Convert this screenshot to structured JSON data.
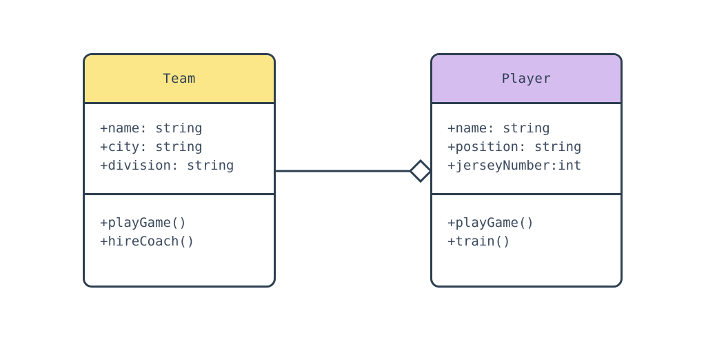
{
  "diagram": {
    "type": "uml-class-diagram",
    "background_color": "#ffffff",
    "stroke_color": "#2d3e50",
    "text_color": "#3b4a5e"
  },
  "classes": [
    {
      "id": "team",
      "name": "Team",
      "header_color": "#fce788",
      "attributes": [
        "+name: string",
        "+city: string",
        "+division: string"
      ],
      "methods": [
        "+playGame()",
        "+hireCoach()"
      ]
    },
    {
      "id": "player",
      "name": "Player",
      "header_color": "#d6bdf0",
      "attributes": [
        "+name: string",
        "+position: string",
        "+jerseyNumber:int"
      ],
      "methods": [
        "+playGame()",
        "+train()"
      ]
    }
  ],
  "relationship": {
    "kind": "aggregation",
    "marker": "hollow-diamond",
    "from": "Team",
    "to": "Player",
    "label": "",
    "source_multiplicity": "",
    "target_multiplicity": ""
  }
}
